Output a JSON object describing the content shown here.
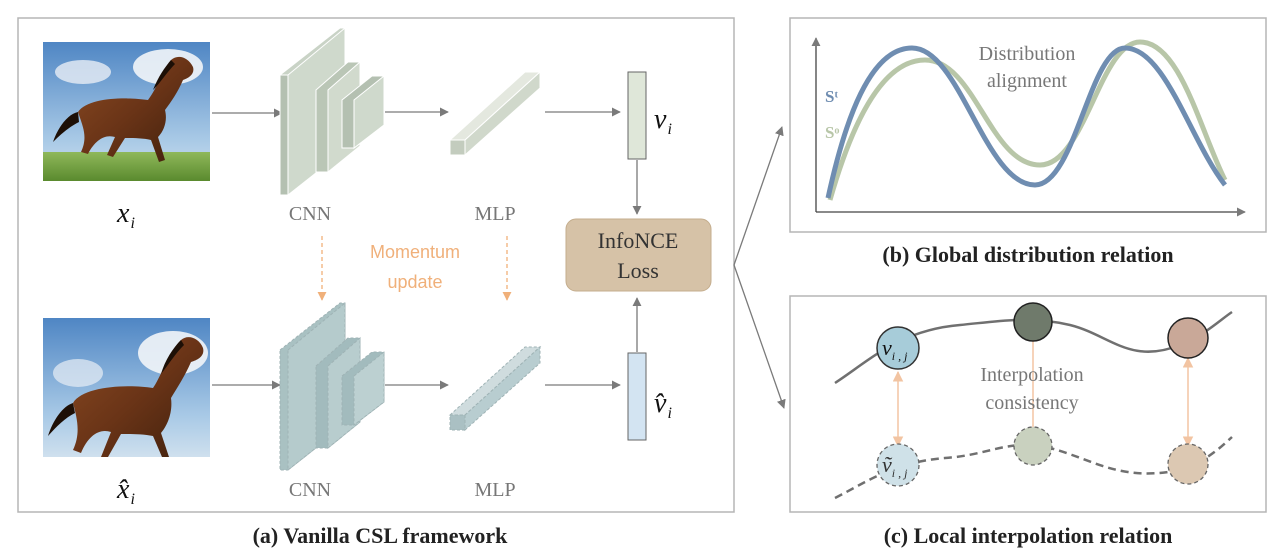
{
  "panel_a": {
    "caption": "(a) Vanilla CSL framework",
    "input_top": {
      "symbol": "x",
      "subscript": "i"
    },
    "input_bottom": {
      "symbol": "x̂",
      "subscript": "i"
    },
    "cnn_label_top": "CNN",
    "cnn_label_bottom": "CNN",
    "mlp_label_top": "MLP",
    "mlp_label_bottom": "MLP",
    "momentum_line1": "Momentum",
    "momentum_line2": "update",
    "vec_top": {
      "symbol": "v",
      "subscript": "i"
    },
    "vec_bottom": {
      "symbol": "v̂",
      "subscript": "i"
    },
    "loss_line1": "InfoNCE",
    "loss_line2": "Loss"
  },
  "panel_b": {
    "caption": "(b) Global distribution relation",
    "title_line1": "Distribution",
    "title_line2": "alignment",
    "legend_t": "Sᵗ",
    "legend_o": "Sᵒ"
  },
  "panel_c": {
    "caption": "(c) Local interpolation relation",
    "title_line1": "Interpolation",
    "title_line2": "consistency",
    "node_top": {
      "symbol": "v",
      "subscript": "i , j"
    },
    "node_bottom": {
      "symbol": "ṽ",
      "subscript": "i , j"
    }
  },
  "colors": {
    "frame": "#b5b5b5",
    "cnn_top": "#c9d3c6",
    "cnn_bottom": "#a9c1c2",
    "mlp_top": "#d6dcd1",
    "mlp_bottom": "#b8cdd0",
    "vec_top": "#dfe7d9",
    "vec_bottom": "#d3e4f2",
    "loss_box": "#d6c2a7",
    "momentum": "#f0b07a",
    "curve_t": "#6f8db1",
    "curve_o": "#b8c6a8",
    "node1": "#a7ccd9",
    "node2": "#6f7a6b",
    "node3": "#c9a898",
    "link": "#f2c4a2"
  },
  "icons": [
    "horse-photo",
    "arrow",
    "dashed-arrow"
  ]
}
